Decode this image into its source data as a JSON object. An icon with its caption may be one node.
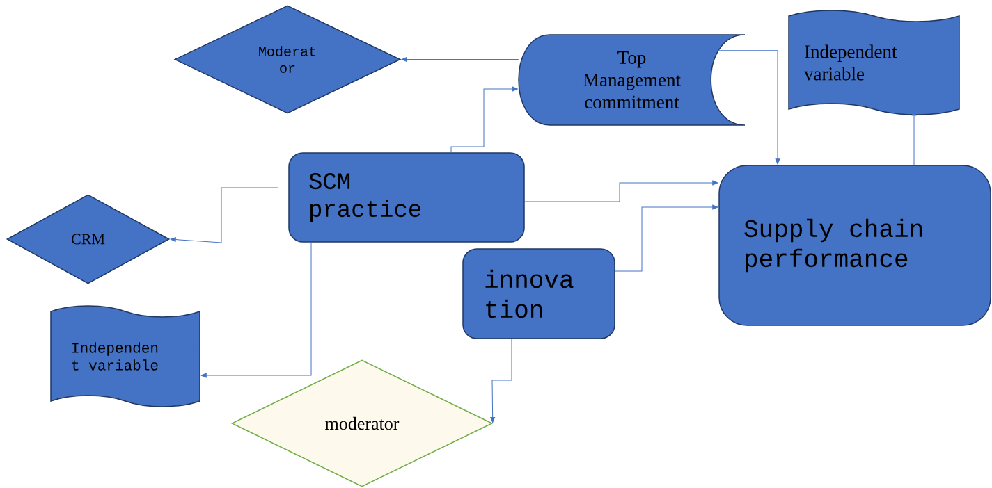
{
  "diagram": {
    "nodes": [
      {
        "text": [
          "Moderat or"
        ]
      },
      {
        "text": [
          "Top Management commitment"
        ]
      },
      {
        "text": [
          "Independent variable"
        ]
      },
      {
        "text": [
          "SCM practice"
        ]
      },
      {
        "text": [
          "CRM"
        ]
      },
      {
        "text": [
          "Independen t variable"
        ]
      },
      {
        "text": [
          "innova tion"
        ]
      },
      {
        "text": [
          "Supply chain performance"
        ]
      },
      {
        "text": [
          "moderator"
        ]
      }
    ],
    "edges": [
      {
        "from": 1,
        "to": 0,
        "arrow": "to"
      },
      {
        "from": 3,
        "to": 1,
        "arrow": "to"
      },
      {
        "from": 1,
        "to": 7,
        "arrow": "to"
      },
      {
        "from": 3,
        "to": 7,
        "arrow": "to"
      },
      {
        "from": 6,
        "to": 7,
        "arrow": "to"
      },
      {
        "from": 7,
        "to": 2,
        "arrow": "to"
      },
      {
        "from": 3,
        "to": 4,
        "arrow": "to"
      },
      {
        "from": 3,
        "to": 5,
        "arrow": "to"
      },
      {
        "from": 6,
        "to": 8,
        "arrow": "to"
      }
    ]
  }
}
